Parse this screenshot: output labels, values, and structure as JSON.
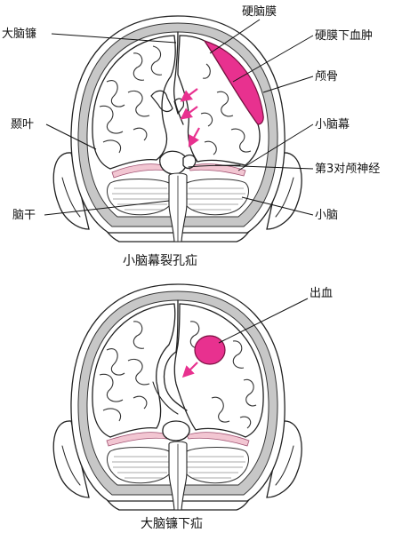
{
  "colors": {
    "hemorrhage": "#e8318f",
    "arrow": "#e8318f",
    "tentorium": "#f2c6d2",
    "skull": "#c7c7c7"
  },
  "figure1": {
    "caption": "小脑幕裂孔疝",
    "labels": {
      "falx": "大脑镰",
      "dura": "硬脑膜",
      "subdural_hematoma": "硬膜下血肿",
      "skull": "颅骨",
      "temporal_lobe": "颞叶",
      "tentorium": "小脑幕",
      "cn3": "第3对颅神经",
      "brainstem": "脑干",
      "cerebellum": "小脑"
    }
  },
  "figure2": {
    "caption": "大脑镰下疝",
    "labels": {
      "hemorrhage": "出血"
    }
  }
}
